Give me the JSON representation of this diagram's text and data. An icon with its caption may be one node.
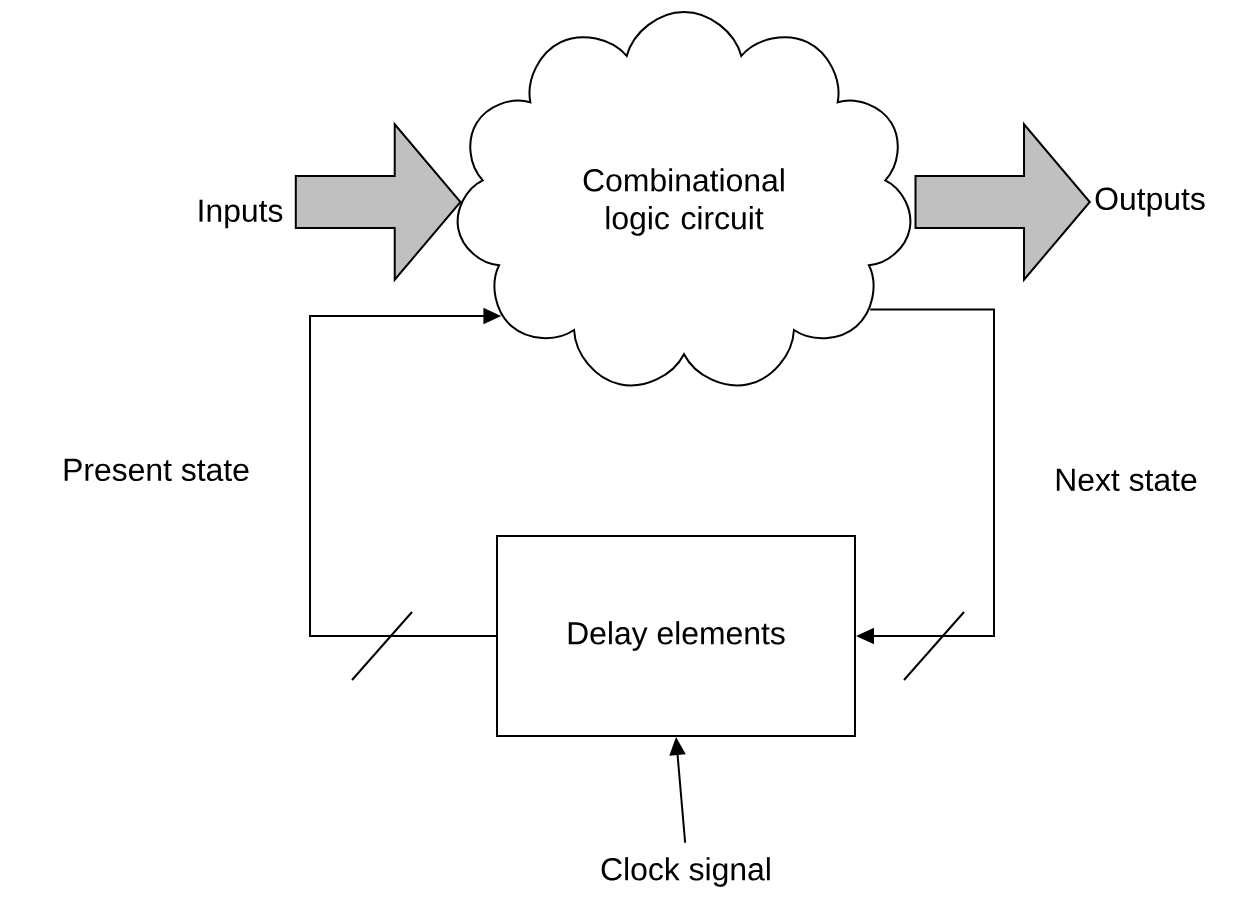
{
  "diagram": {
    "nodes": [
      {
        "text": [
          "Inputs"
        ]
      },
      {
        "text": [
          "Combinational logic circuit"
        ]
      },
      {
        "text": [
          "Outputs"
        ]
      },
      {
        "text": [
          "Delay elements"
        ]
      },
      {
        "text": [
          "Clock signal"
        ]
      }
    ],
    "edges": [
      {
        "from": 0,
        "to": 1,
        "arrow": "to",
        "style": "thick",
        "color": "#c0c0c0"
      },
      {
        "from": 1,
        "to": 2,
        "arrow": "to",
        "style": "thick",
        "color": "#c0c0c0"
      },
      {
        "from": 3,
        "to": 1,
        "arrow": "to",
        "label": "Present state"
      },
      {
        "from": 1,
        "to": 3,
        "arrow": "to",
        "label": "Next state"
      },
      {
        "from": 4,
        "to": 3,
        "arrow": "to"
      }
    ]
  }
}
